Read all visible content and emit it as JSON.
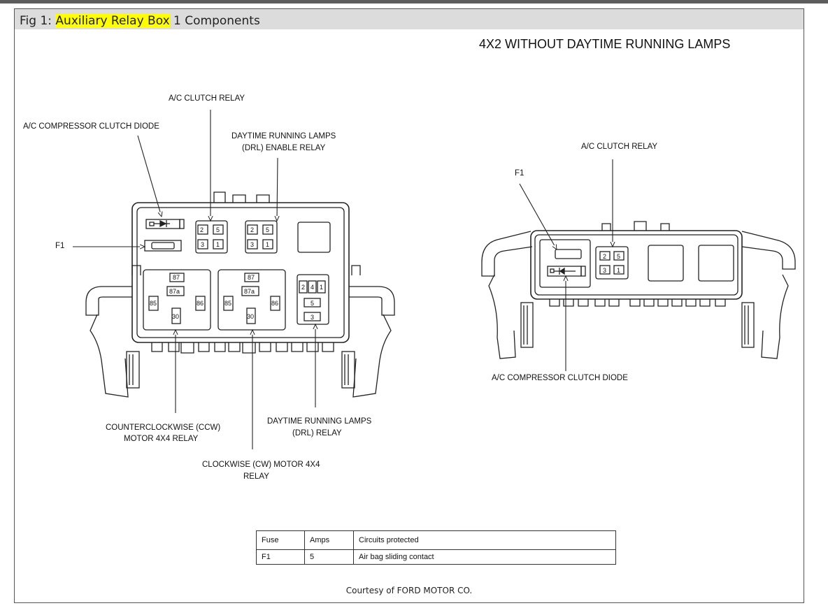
{
  "caption": {
    "prefix": "Fig 1: ",
    "highlight": "Auxiliary Relay Box",
    "suffix": " 1 Components"
  },
  "heading": "4X2 WITHOUT DAYTIME RUNNING LAMPS",
  "left_labels": {
    "ac_clutch_relay": "A/C CLUTCH RELAY",
    "ac_compressor_clutch_diode": "A/C COMPRESSOR CLUTCH DIODE",
    "drl_enable_line1": "DAYTIME RUNNING LAMPS",
    "drl_enable_line2": "(DRL) ENABLE RELAY",
    "f1": "F1",
    "ccw_line1": "COUNTERCLOCKWISE (CCW)",
    "ccw_line2": "MOTOR 4X4 RELAY",
    "cw_line1": "CLOCKWISE (CW) MOTOR 4X4",
    "cw_line2": "RELAY",
    "drl_relay_line1": "DAYTIME RUNNING LAMPS",
    "drl_relay_line2": "(DRL) RELAY"
  },
  "right_labels": {
    "ac_clutch_relay": "A/C CLUTCH RELAY",
    "f1": "F1",
    "ac_compressor_clutch_diode": "A/C COMPRESSOR CLUTCH DIODE"
  },
  "pins": {
    "p2": "2",
    "p5": "5",
    "p3": "3",
    "p1": "1",
    "p4": "4",
    "p87": "87",
    "p87a": "87a",
    "p85": "85",
    "p86": "86",
    "p30": "30"
  },
  "fuse_table": {
    "headers": [
      "Fuse",
      "Amps",
      "Circuits protected"
    ],
    "rows": [
      [
        "F1",
        "5",
        "Air bag sliding contact"
      ]
    ]
  },
  "credit": "Courtesy of FORD MOTOR CO."
}
